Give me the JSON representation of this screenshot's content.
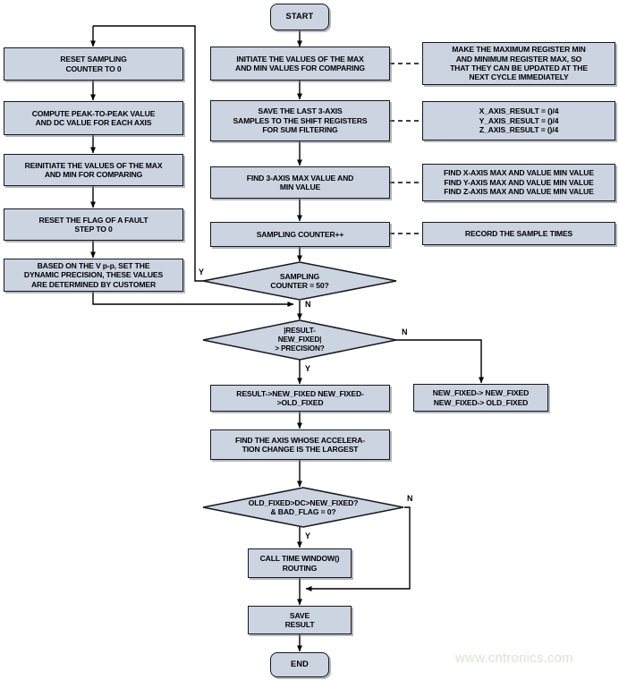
{
  "diagram": {
    "title": "Accelerometer sampling and dynamic precision flowchart",
    "colors": {
      "node_fill": "#ccd4e2",
      "node_border": "#16181c",
      "line": "#000000",
      "watermark": "#d8e6d2"
    },
    "watermark": "www.cntronics.com",
    "nodes": {
      "start": "START",
      "initiate_minmax": "INITIATE THE VALUES OF THE MAX\nAND MIN VALUES FOR COMPARING",
      "save_samples": "SAVE THE LAST 3-AXIS\nSAMPLES TO THE SHIFT REGISTERS\nFOR SUM FILTERING",
      "find_minmax": "FIND 3-AXIS MAX VALUE AND\nMIN VALUE",
      "sampling_counter_inc": "SAMPLING COUNTER++",
      "sampling_decision": "SAMPLING\nCOUNTER = 50?",
      "reset_counter": "RESET SAMPLING\nCOUNTER TO 0",
      "compute_pp": "COMPUTE PEAK-TO-PEAK VALUE\nAND DC VALUE FOR EACH AXIS",
      "reinitiate": "REINITIATE THE VALUES OF THE MAX\nAND MIN FOR COMPARING",
      "reset_flag": "RESET THE FLAG OF A FAULT\nSTEP TO 0",
      "dynamic_precision": "BASED ON THE V p-p, SET THE\nDYNAMIC PRECISION, THESE VALUES\nARE DETERMINED BY CUSTOMER",
      "precision_decision": "|RESULT-\nNEW_FIXED|\n> PRECISION?",
      "result_assign": "RESULT->NEW_FIXED NEW_FIXED-\n>OLD_FIXED",
      "newfixed_assign": "NEW_FIXED-> NEW_FIXED\nNEW_FIXED-> OLD_FIXED",
      "find_axis": "FIND THE AXIS WHOSE ACCELERA-\nTION CHANGE IS THE LARGEST",
      "oldfixed_decision": "OLD_FIXED>DC>NEW_FIXED?\n& BAD_FLAG = 0?",
      "call_time_window": "CALL TIME WINDOW()\nROUTING",
      "save_result": "SAVE\nRESULT",
      "end": "END"
    },
    "notes": {
      "note_minmax": "MAKE THE MAXIMUM REGISTER MIN\nAND MINIMUM REGISTER MAX, SO\nTHAT THEY CAN BE UPDATED AT THE\nNEXT CYCLE IMMEDIATELY",
      "note_axis_result": "X_AXIS_RESULT = ()/4\nY_AXIS_RESULT = ()/4\nZ_AXIS_RESULT = ()/4",
      "note_find_axis": "FIND X-AXIS MAX AND VALUE MIN VALUE\nFIND Y-AXIS MAX AND VALUE MIN VALUE\nFIND Z-AXIS MAX AND VALUE MIN VALUE",
      "note_record": "RECORD THE SAMPLE TIMES"
    },
    "edge_labels": {
      "sampling_yes": "Y",
      "sampling_no": "N",
      "precision_yes": "Y",
      "precision_no": "N",
      "oldfixed_yes": "Y",
      "oldfixed_no": "N"
    }
  }
}
